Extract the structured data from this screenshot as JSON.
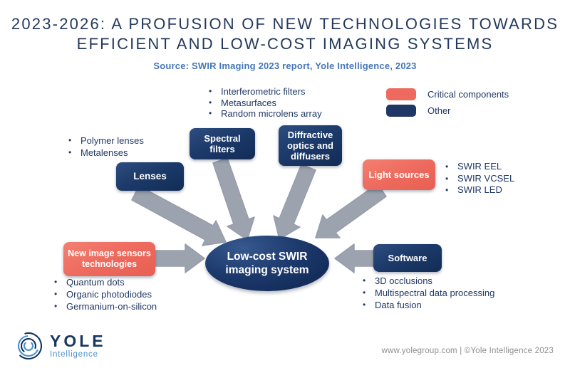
{
  "title": {
    "line1": "2023-2026: A PROFUSION OF NEW TECHNOLOGIES TOWARDS",
    "line2": "EFFICIENT AND LOW-COST IMAGING SYSTEMS"
  },
  "subtitle": "Source: SWIR Imaging 2023 report, Yole Intelligence, 2023",
  "legend": {
    "critical": {
      "label": "Critical components",
      "color": "#ee6a5e"
    },
    "other": {
      "label": "Other",
      "color": "#1e3765"
    }
  },
  "center": {
    "line1": "Low-cost SWIR",
    "line2": "imaging system"
  },
  "boxes": {
    "lenses": {
      "label": "Lenses",
      "type": "other"
    },
    "spectral": {
      "label": "Spectral filters",
      "type": "other"
    },
    "diffractive": {
      "label": "Diffractive optics and diffusers",
      "type": "other"
    },
    "light": {
      "label": "Light sources",
      "type": "critical"
    },
    "sensors": {
      "label": "New image sensors technologies",
      "type": "critical"
    },
    "software": {
      "label": "Software",
      "type": "other"
    }
  },
  "bullets": {
    "spectral": {
      "items": [
        "Interferometric filters",
        "Metasurfaces",
        "Random microlens array"
      ]
    },
    "lenses": {
      "items": [
        "Polymer lenses",
        "Metalenses"
      ]
    },
    "light": {
      "items": [
        "SWIR EEL",
        "SWIR VCSEL",
        "SWIR LED"
      ]
    },
    "sensors": {
      "items": [
        "Quantum dots",
        "Organic photodiodes",
        "Germanium-on-silicon"
      ]
    },
    "software": {
      "items": [
        "3D occlusions",
        "Multispectral data processing",
        "Data fusion"
      ]
    }
  },
  "colors": {
    "arrow": "#9da3ae",
    "text": "#1f3864",
    "title": "#24395c",
    "subtitle": "#4677b8"
  },
  "logo": {
    "name": "YOLE",
    "sub": "Intelligence"
  },
  "footer": {
    "text": "www.yolegroup.com | ©Yole Intelligence 2023"
  }
}
